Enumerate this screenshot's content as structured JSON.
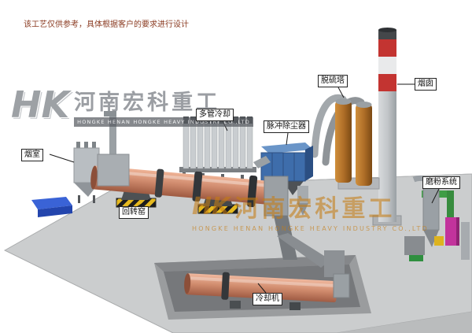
{
  "note": {
    "text": "该工艺仅供参考，具体根据客户的要求进行设计"
  },
  "brand": {
    "monogram": "HK",
    "company_cn": "河南宏科重工",
    "company_en": "HONGKE HENAN HONGKE HEAVY INDUSTRY CO.,LTD"
  },
  "labels": {
    "smoke_chamber": "烟室",
    "rotary_kiln": "回转窑",
    "multi_tube_cooler": "多管冷却",
    "pulse_dust_collector": "脉冲除尘器",
    "desulfurization_tower": "脱硫塔",
    "chimney": "烟囱",
    "grinding_system": "磨粉系统",
    "cooling_machine": "冷却机"
  },
  "colors": {
    "platform_gray": "#cbcdce",
    "kiln_salmon": "#d08b6e",
    "dust_collector_blue": "#3e6dab",
    "tower_orange": "#b06f28",
    "chimney_red": "#c33431",
    "hazard_yellow": "#e6b91f",
    "blue_panel": "#3a63d6",
    "grinder_green": "#3f9d46",
    "grinder_magenta": "#c2339c",
    "watermark_orange": "#c57d1c"
  }
}
